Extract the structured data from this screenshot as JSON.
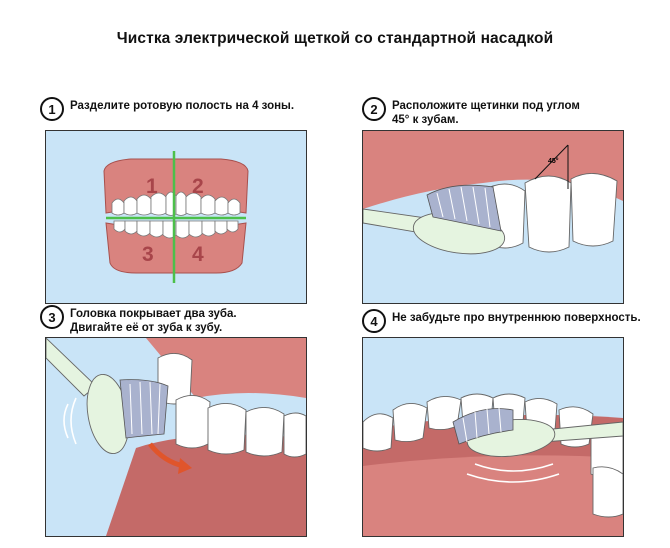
{
  "title": "Чистка электрической щеткой со стандартной насадкой",
  "steps": [
    {
      "number": "1",
      "text": "Разделите ротовую полость на 4 зоны.",
      "zones": [
        "1",
        "2",
        "3",
        "4"
      ]
    },
    {
      "number": "2",
      "text": "Расположите щетинки под углом\n45° к зубам.",
      "angle_label": "45°"
    },
    {
      "number": "3",
      "text": "Головка покрывает два зуба.\nДвигайте её от зуба к зубу."
    },
    {
      "number": "4",
      "text": "Не забудьте про внутреннюю поверхность."
    }
  ],
  "colors": {
    "background_panel": "#c9e4f7",
    "gum": "#d9837f",
    "gum_dark": "#c46a68",
    "tooth": "#ffffff",
    "brush_handle": "#e5f4e0",
    "bristles": "#a9b2ce",
    "divider_lines": "#4cc04a",
    "arrow": "#e0552b"
  }
}
